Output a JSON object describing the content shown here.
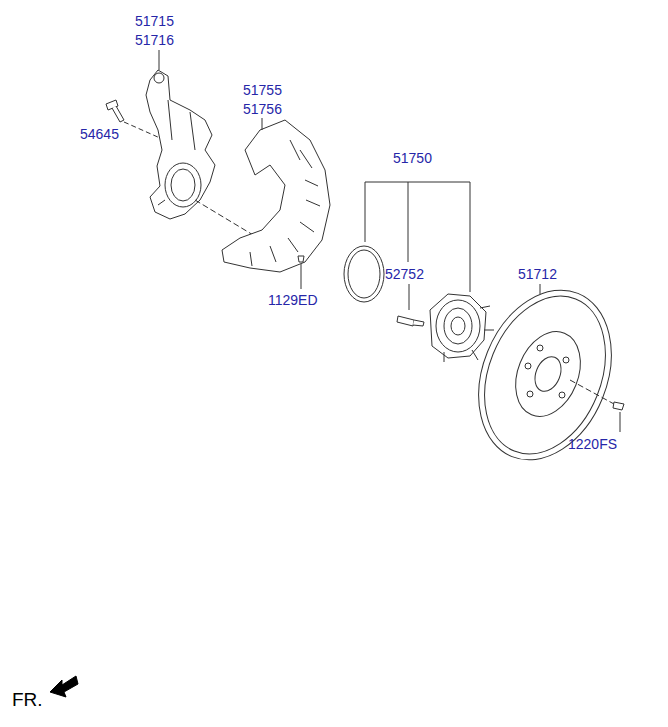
{
  "diagram": {
    "labels": [
      "51715",
      "51716",
      "54645",
      "51755",
      "51756",
      "1129ED",
      "51750",
      "52752",
      "51712",
      "1220FS",
      "FR."
    ]
  }
}
